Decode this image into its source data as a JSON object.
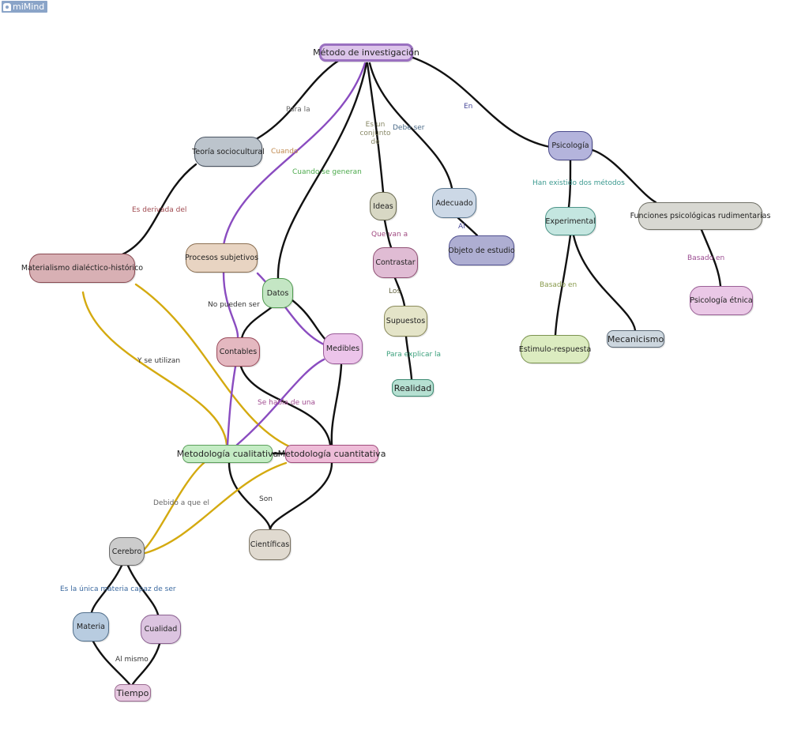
{
  "app": {
    "logo_text": "miMind",
    "logo_icon": "mind-icon"
  },
  "nodes": [
    {
      "id": "metodo",
      "label": "Método de investigación",
      "fill": "#dcc4ea",
      "stroke": "#9a70c0"
    },
    {
      "id": "teoria",
      "label": "Teoría sociocultural",
      "fill": "#bcc4cc",
      "stroke": "#4a5462"
    },
    {
      "id": "materialismo",
      "label": "Materialismo dialéctico-histórico",
      "fill": "#d8b0b4",
      "stroke": "#8a4a52"
    },
    {
      "id": "procesos",
      "label": "Procesos subjetivos",
      "fill": "#e8d4c2",
      "stroke": "#8c7052"
    },
    {
      "id": "datos",
      "label": "Datos",
      "fill": "#c4e6c4",
      "stroke": "#4f9a4f"
    },
    {
      "id": "contables",
      "label": "Contables",
      "fill": "#e4b8c0",
      "stroke": "#9a4a5a"
    },
    {
      "id": "medibles",
      "label": "Medibles",
      "fill": "#ecc4ea",
      "stroke": "#9a5a98"
    },
    {
      "id": "ideas",
      "label": "Ideas",
      "fill": "#d8d8c4",
      "stroke": "#6c6c52"
    },
    {
      "id": "contrastar",
      "label": "Contrastar",
      "fill": "#e0bcd4",
      "stroke": "#905074"
    },
    {
      "id": "supuestos",
      "label": "Supuestos",
      "fill": "#e4e4c8",
      "stroke": "#8a8a5a"
    },
    {
      "id": "realidad",
      "label": "Realidad",
      "fill": "#b6e0d2",
      "stroke": "#3c8a72"
    },
    {
      "id": "adecuado",
      "label": "Adecuado",
      "fill": "#ccd8e6",
      "stroke": "#5c7890"
    },
    {
      "id": "objeto",
      "label": "Objeto de estudio",
      "fill": "#aeaed2",
      "stroke": "#505090"
    },
    {
      "id": "psicologia",
      "label": "Psicología",
      "fill": "#b4b4dc",
      "stroke": "#4a4a8c"
    },
    {
      "id": "experimental",
      "label": "Experimental",
      "fill": "#c4e6e0",
      "stroke": "#4c9488"
    },
    {
      "id": "funciones",
      "label": "Funciones psicológicas rudimentarias",
      "fill": "#d8d8d2",
      "stroke": "#707066"
    },
    {
      "id": "etnica",
      "label": "Psicología étnica",
      "fill": "#eac8e6",
      "stroke": "#9a6096"
    },
    {
      "id": "estimulo",
      "label": "Estimulo-respuesta",
      "fill": "#dcecc0",
      "stroke": "#7c9450"
    },
    {
      "id": "mecanicismo",
      "label": "Mecanicismo",
      "fill": "#ccd6de",
      "stroke": "#5c6a78"
    },
    {
      "id": "cualitativa",
      "label": "Metodología cualitativa",
      "fill": "#c4ecc4",
      "stroke": "#5ca05c"
    },
    {
      "id": "cuantitativa",
      "label": "Metodología cuantitativa",
      "fill": "#eebcd8",
      "stroke": "#a04c7c"
    },
    {
      "id": "cientificas",
      "label": "Científicas",
      "fill": "#e0dad0",
      "stroke": "#7a7262"
    },
    {
      "id": "cerebro",
      "label": "Cerebro",
      "fill": "#cccccc",
      "stroke": "#6a6a6a"
    },
    {
      "id": "materia",
      "label": "Materia",
      "fill": "#b8cce0",
      "stroke": "#52708c"
    },
    {
      "id": "cualidad",
      "label": "Cualidad",
      "fill": "#dcc4e0",
      "stroke": "#8a6090"
    },
    {
      "id": "tiempo",
      "label": "Tiempo",
      "fill": "#e6c8e0",
      "stroke": "#9a6a90"
    }
  ],
  "edge_labels": [
    {
      "id": "para-la",
      "text": "Para la",
      "color": "#666666"
    },
    {
      "id": "cuando-1",
      "text": "Cuando",
      "color": "#c08a50"
    },
    {
      "id": "cuando-se-generan",
      "text": "Cuando se generan",
      "color": "#4caa4c"
    },
    {
      "id": "es-un-conjunto-de",
      "text": "Es un conjunto de",
      "color": "#888866"
    },
    {
      "id": "debe-ser",
      "text": "Debe ser",
      "color": "#4a6a88"
    },
    {
      "id": "en-1",
      "text": "En",
      "color": "#4a4a9a"
    },
    {
      "id": "es-derivada-del",
      "text": "Es derivada del",
      "color": "#a04a50"
    },
    {
      "id": "que-van-a",
      "text": "Que van a",
      "color": "#a04a80"
    },
    {
      "id": "al",
      "text": "Al",
      "color": "#4a4a9a"
    },
    {
      "id": "han-existido",
      "text": "Han existido dos métodos",
      "color": "#3c9a90"
    },
    {
      "id": "basado-en-1",
      "text": "Basado en",
      "color": "#9a4a90"
    },
    {
      "id": "los",
      "text": "Los",
      "color": "#666644"
    },
    {
      "id": "no-pueden-ser",
      "text": "No pueden ser",
      "color": "#333333"
    },
    {
      "id": "basado-en-2",
      "text": "Basado en",
      "color": "#889a4c"
    },
    {
      "id": "para-explicar-la",
      "text": "Para explicar la",
      "color": "#3ca07c"
    },
    {
      "id": "y-se-utilizan",
      "text": "Y se utilizan",
      "color": "#333333"
    },
    {
      "id": "se-habla-de-una",
      "text": "Se habla de una",
      "color": "#a04c90"
    },
    {
      "id": "son",
      "text": "Son",
      "color": "#333333"
    },
    {
      "id": "debido-a-que-el",
      "text": "Debido a que el",
      "color": "#666666"
    },
    {
      "id": "es-la-unica",
      "text": "Es la única materia capaz de ser",
      "color": "#3c6aa0"
    },
    {
      "id": "al-mismo",
      "text": "Al mismo",
      "color": "#333333"
    }
  ],
  "edge_colors": {
    "black": "#111111",
    "purple": "#8a4cc0",
    "gold": "#d4aa10"
  }
}
